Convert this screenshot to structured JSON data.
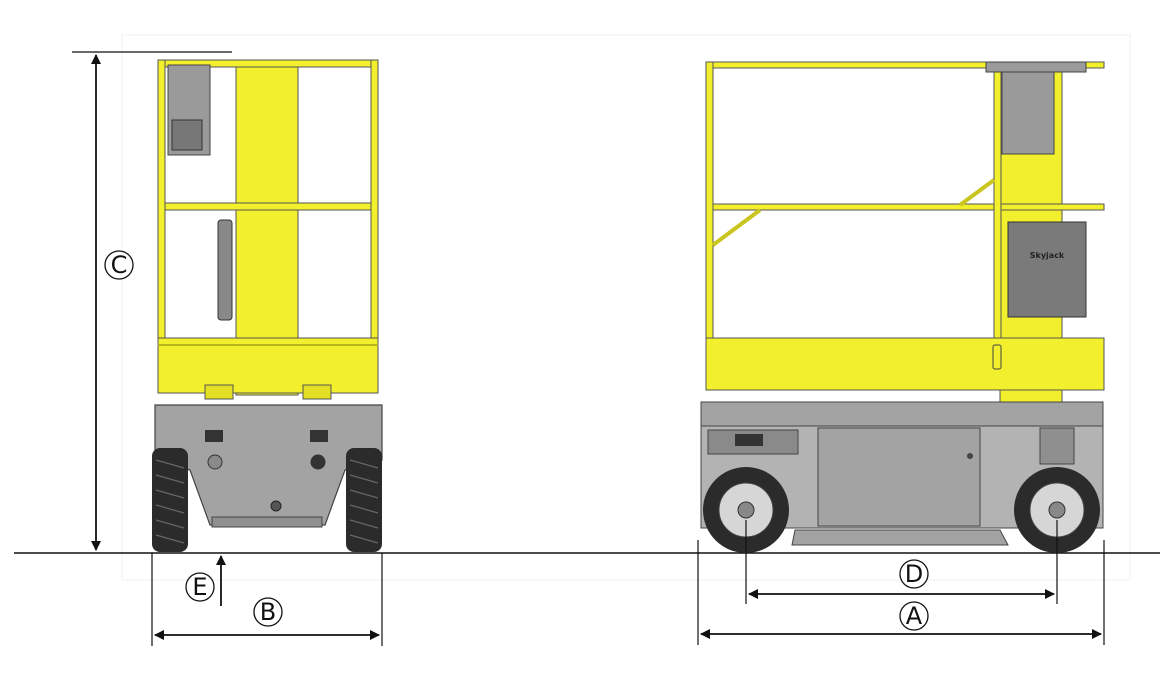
{
  "diagram": {
    "colors": {
      "yellow": "#f2ef2c",
      "yellow_dark": "#c9c51e",
      "gray": "#a3a3a3",
      "gray_dark": "#6e6e6e",
      "tire": "#2b2b2b",
      "line": "#111111"
    },
    "labels": {
      "A": "A",
      "B": "B",
      "C": "C",
      "D": "D",
      "E": "E"
    },
    "decal_text": "Skyjack"
  }
}
